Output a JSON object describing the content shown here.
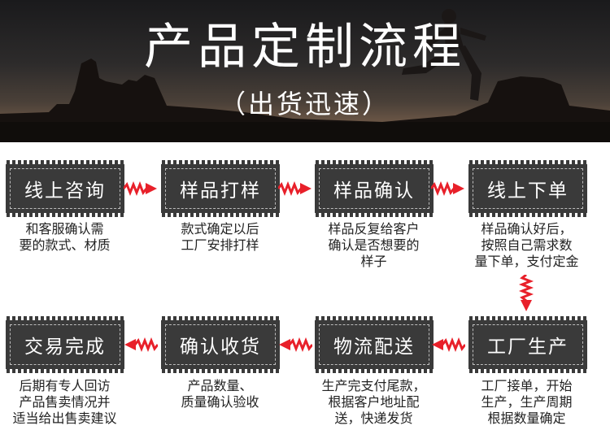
{
  "banner": {
    "title": "产品定制流程",
    "subtitle": "（出货迅速）"
  },
  "steps": [
    {
      "label": "线上咨询",
      "desc": [
        "和客服确认需",
        "要的款式、材质"
      ]
    },
    {
      "label": "样品打样",
      "desc": [
        "款式确定以后",
        "工厂安排打样"
      ]
    },
    {
      "label": "样品确认",
      "desc": [
        "样品反复给客户",
        "确认是否想要的",
        "样子"
      ]
    },
    {
      "label": "线上下单",
      "desc": [
        "样品确认好后，",
        "按照自己需求数",
        "量下单，支付定金"
      ]
    },
    {
      "label": "工厂生产",
      "desc": [
        "工厂接单，开始",
        "生产，生产周期",
        "根据数量确定"
      ]
    },
    {
      "label": "物流配送",
      "desc": [
        "生产完支付尾款，",
        "根据客户地址配",
        "送，快递发货"
      ]
    },
    {
      "label": "确认收货",
      "desc": [
        "产品数量、",
        "质量确认验收"
      ]
    },
    {
      "label": "交易完成",
      "desc": [
        "后期有专人回访",
        "产品售卖情况并",
        "适当给出售卖建议"
      ]
    }
  ],
  "colors": {
    "arrow": "#e8202a",
    "step_bg": "#3a3a3a"
  },
  "icons": {
    "arrow": "zigzag-arrow-icon"
  }
}
